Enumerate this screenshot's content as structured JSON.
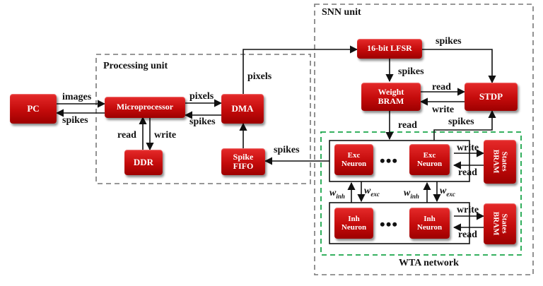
{
  "regions": {
    "processing_unit": "Processing unit",
    "snn_unit": "SNN unit",
    "wta_network": "WTA network"
  },
  "blocks": {
    "pc": "PC",
    "microprocessor": "Microprocessor",
    "ddr": "DDR",
    "dma": "DMA",
    "spike_fifo": "Spike\nFIFO",
    "lfsr": "16-bit LFSR",
    "weight_bram": "Weight\nBRAM",
    "stdp": "STDP",
    "exc_neuron": "Exc\nNeuron",
    "inh_neuron": "Inh\nNeuron",
    "states_bram": "States\nBRAM"
  },
  "labels": {
    "images": "images",
    "spikes": "spikes",
    "pixels": "pixels",
    "read": "read",
    "write": "write",
    "dots": "•••",
    "w_base": "w",
    "w_inh_sub": "inh",
    "w_exc_sub": "exc"
  },
  "colors": {
    "block_red": "#c40b0b",
    "wta_border": "#1aa64a",
    "region_border": "#777777",
    "line": "#111111"
  }
}
